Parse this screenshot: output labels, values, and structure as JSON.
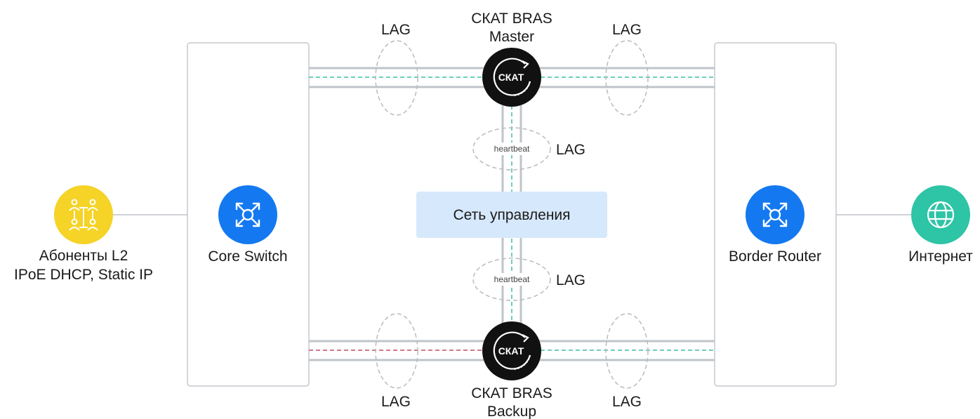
{
  "subscribers": {
    "line1": "Абоненты L2",
    "line2": "IPoE DHCP, Static IP"
  },
  "core_switch": {
    "label": "Core Switch"
  },
  "border_router": {
    "label": "Border Router"
  },
  "internet": {
    "label": "Интернет"
  },
  "bras_master": {
    "line1": "СКАТ BRAS",
    "line2": "Master",
    "logo": "СКАТ"
  },
  "bras_backup": {
    "line1": "СКАТ BRAS",
    "line2": "Backup",
    "logo": "СКАТ"
  },
  "management": {
    "label": "Сеть управления"
  },
  "lag_labels": {
    "top_left": "LAG",
    "top_right": "LAG",
    "bottom_left": "LAG",
    "bottom_right": "LAG",
    "heartbeat_top": "LAG",
    "heartbeat_bottom": "LAG"
  },
  "heartbeat": {
    "top": "heartbeat",
    "bottom": "heartbeat"
  },
  "colors": {
    "subscriber_icon": "#F5D327",
    "switch_icon": "#1479F0",
    "internet_icon": "#2EC4A6",
    "bras": "#111111",
    "management_bg": "#D6E8FB",
    "link_line": "#BFC4CA",
    "active_flow": "#3BBFA2",
    "backup_flow": "#C24A66",
    "lag_ellipse": "#BBBBBB"
  },
  "icons": {
    "subscribers": "network-users-icon",
    "core_switch": "switch-arrows-icon",
    "border_router": "router-arrows-icon",
    "internet": "globe-icon",
    "bras": "skat-logo-icon"
  }
}
